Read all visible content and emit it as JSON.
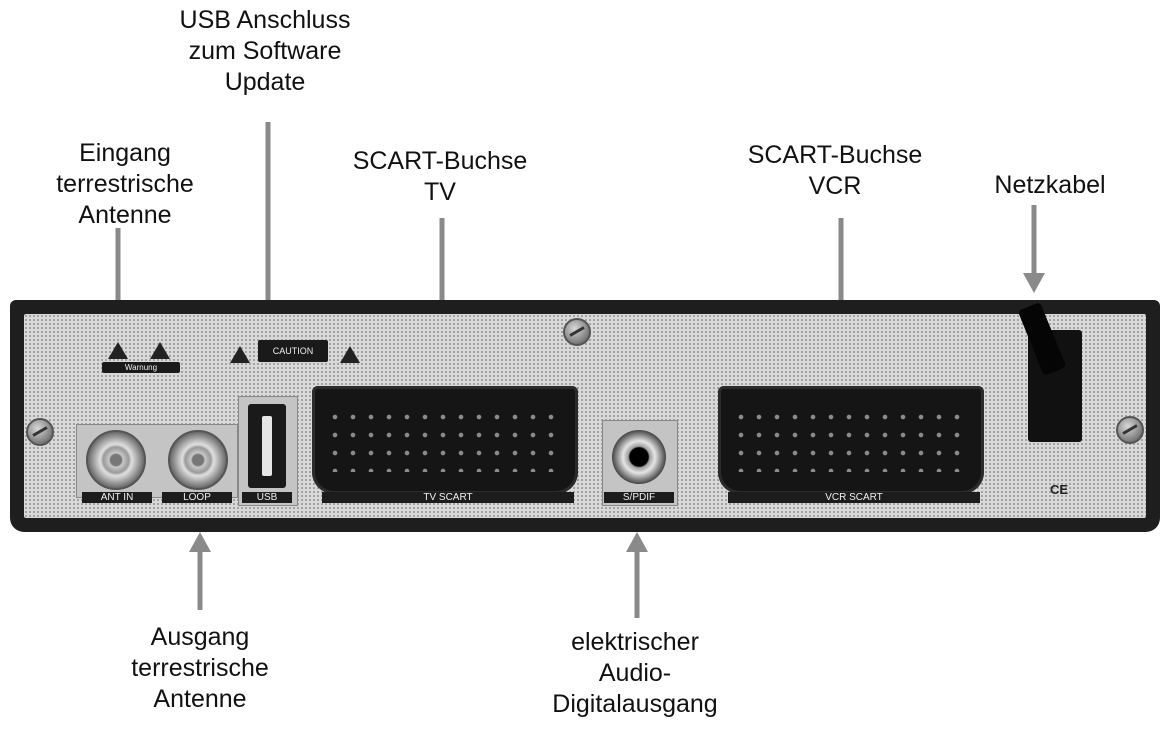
{
  "labels": {
    "usb": [
      "USB Anschluss",
      "zum Software",
      "Update"
    ],
    "eingang": [
      "Eingang",
      "terrestrische",
      "Antenne"
    ],
    "scart_tv": [
      "SCART-Buchse",
      "TV"
    ],
    "scart_vcr": [
      "SCART-Buchse",
      "VCR"
    ],
    "netzkabel": [
      "Netzkabel"
    ],
    "ausgang": [
      "Ausgang",
      "terrestrische",
      "Antenne"
    ],
    "audio": [
      "elektrischer",
      "Audio-",
      "Digitalausgang"
    ]
  },
  "device": {
    "port_labels": {
      "ant_in": "ANT IN",
      "loop": "LOOP",
      "usb": "USB",
      "tv_scart": "TV SCART",
      "spdif": "S/PDIF",
      "vcr_scart": "VCR SCART"
    },
    "caution_sticker": "CAUTION",
    "warning_sticker": "Warnung",
    "certification_marks": "CE"
  },
  "colors": {
    "arrow": "#8a8a8a",
    "device_body": "#1e1e1e",
    "panel": "#d9d9d9"
  }
}
